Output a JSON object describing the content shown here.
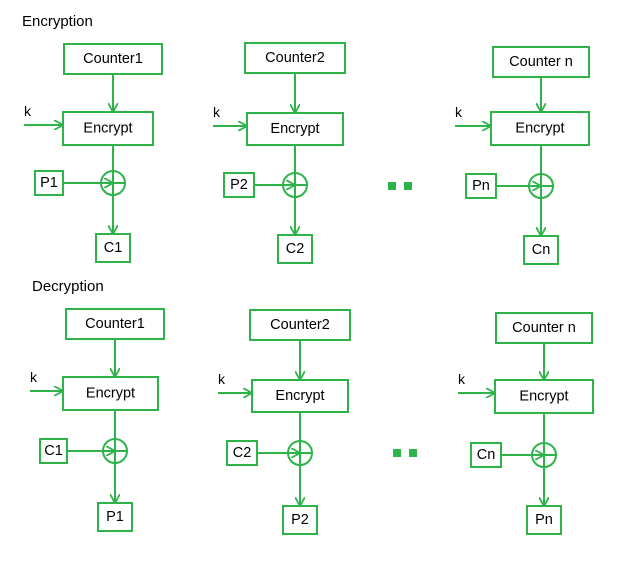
{
  "colors": {
    "line": "#2db34a",
    "text": "#000000",
    "background": "#ffffff"
  },
  "sections": [
    {
      "title": "Encryption",
      "blocks": [
        {
          "counter": "Counter1",
          "key": "k",
          "cipher": "Encrypt",
          "input": "P1",
          "output": "C1"
        },
        {
          "counter": "Counter2",
          "key": "k",
          "cipher": "Encrypt",
          "input": "P2",
          "output": "C2"
        },
        {
          "counter": "Counter n",
          "key": "k",
          "cipher": "Encrypt",
          "input": "Pn",
          "output": "Cn"
        }
      ]
    },
    {
      "title": "Decryption",
      "blocks": [
        {
          "counter": "Counter1",
          "key": "k",
          "cipher": "Encrypt",
          "input": "C1",
          "output": "P1"
        },
        {
          "counter": "Counter2",
          "key": "k",
          "cipher": "Encrypt",
          "input": "C2",
          "output": "P2"
        },
        {
          "counter": "Counter n",
          "key": "k",
          "cipher": "Encrypt",
          "input": "Cn",
          "output": "Pn"
        }
      ]
    }
  ]
}
